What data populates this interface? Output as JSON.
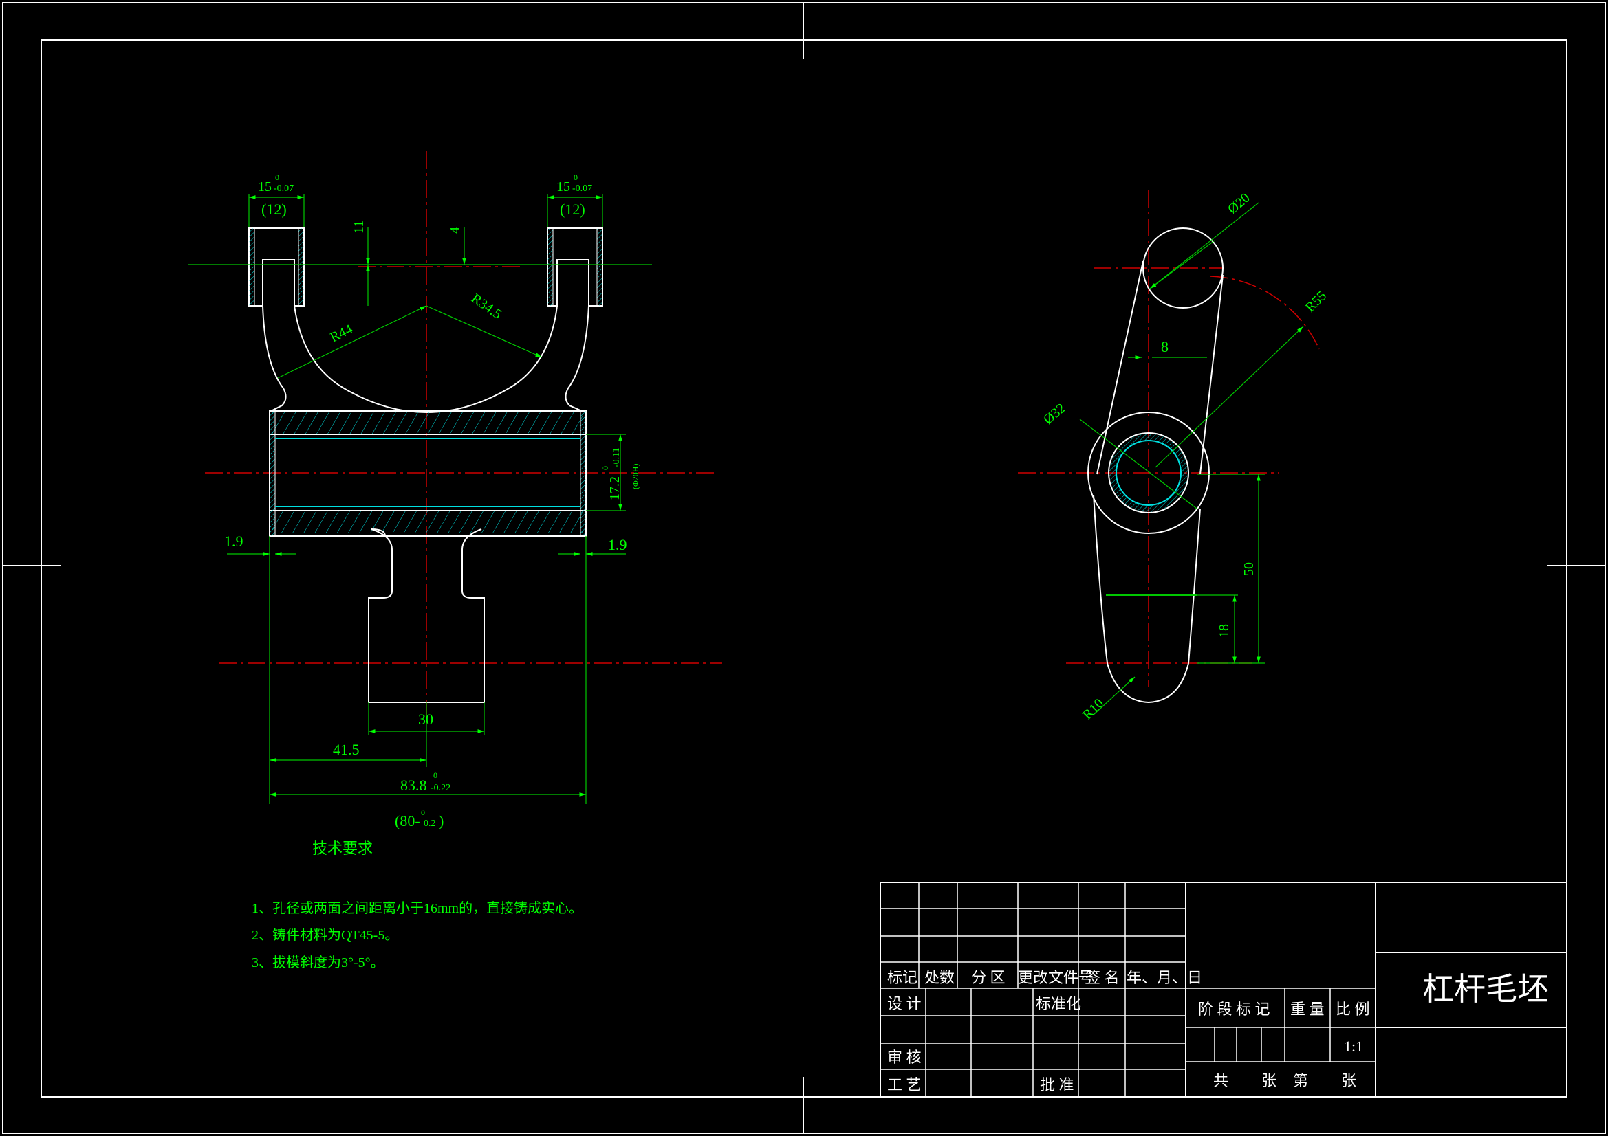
{
  "front_view": {
    "dim_15_top_left": "15",
    "dim_tol_0_left": "0",
    "dim_tol_007_left": "-0.07",
    "dim_12_left": "(12)",
    "dim_15_top_right": "15",
    "dim_tol_0_right": "0",
    "dim_tol_007_right": "-0.07",
    "dim_12_right": "(12)",
    "dim_11": "11",
    "dim_4": "4",
    "dim_r44": "R44",
    "dim_r345": "R34.5",
    "dim_172": "17.2",
    "dim_tol_0_bore": "0",
    "dim_tol_011": "-0.11",
    "dim_bore_ref": "(Φ20H)",
    "dim_19_left": "1.9",
    "dim_19_right": "1.9",
    "dim_30": "30",
    "dim_415": "41.5",
    "dim_838": "83.8",
    "dim_tol_0_len": "0",
    "dim_tol_022": "-0.22",
    "dim_80": "(80-",
    "dim_80_tol_top": "0",
    "dim_80_tol_bot": "0.2",
    "dim_80_close": ")"
  },
  "side_view": {
    "dim_d20": "Ø20",
    "dim_r55": "R55",
    "dim_8": "8",
    "dim_d32": "Ø32",
    "dim_50": "50",
    "dim_18": "18",
    "dim_r10": "R10"
  },
  "tech_requirements": {
    "title": "技术要求",
    "items": [
      "1、孔径或两面之间距离小于16mm的，直接铸成实心。",
      "2、铸件材料为QT45-5。",
      "3、拔模斜度为3°-5°。"
    ]
  },
  "title_block": {
    "headers": [
      "标记",
      "处数",
      "分 区",
      "更改文件号",
      "签 名",
      "年、月、日"
    ],
    "design": "设 计",
    "standardization": "标准化",
    "review": "审 核",
    "process": "工 艺",
    "approve": "批 准",
    "stage_mark": "阶 段 标 记",
    "weight": "重 量",
    "scale": "比 例",
    "scale_value": "1:1",
    "total_sheets": "共",
    "sheets_unit": "张",
    "sheet_no": "第",
    "sheet_unit2": "张",
    "drawing_name": "杠杆毛坯"
  },
  "colors": {
    "background": "#000000",
    "outline": "#ffffff",
    "dimension": "#00ff00",
    "centerline": "#d00000",
    "hatch": "#00e0e0"
  }
}
